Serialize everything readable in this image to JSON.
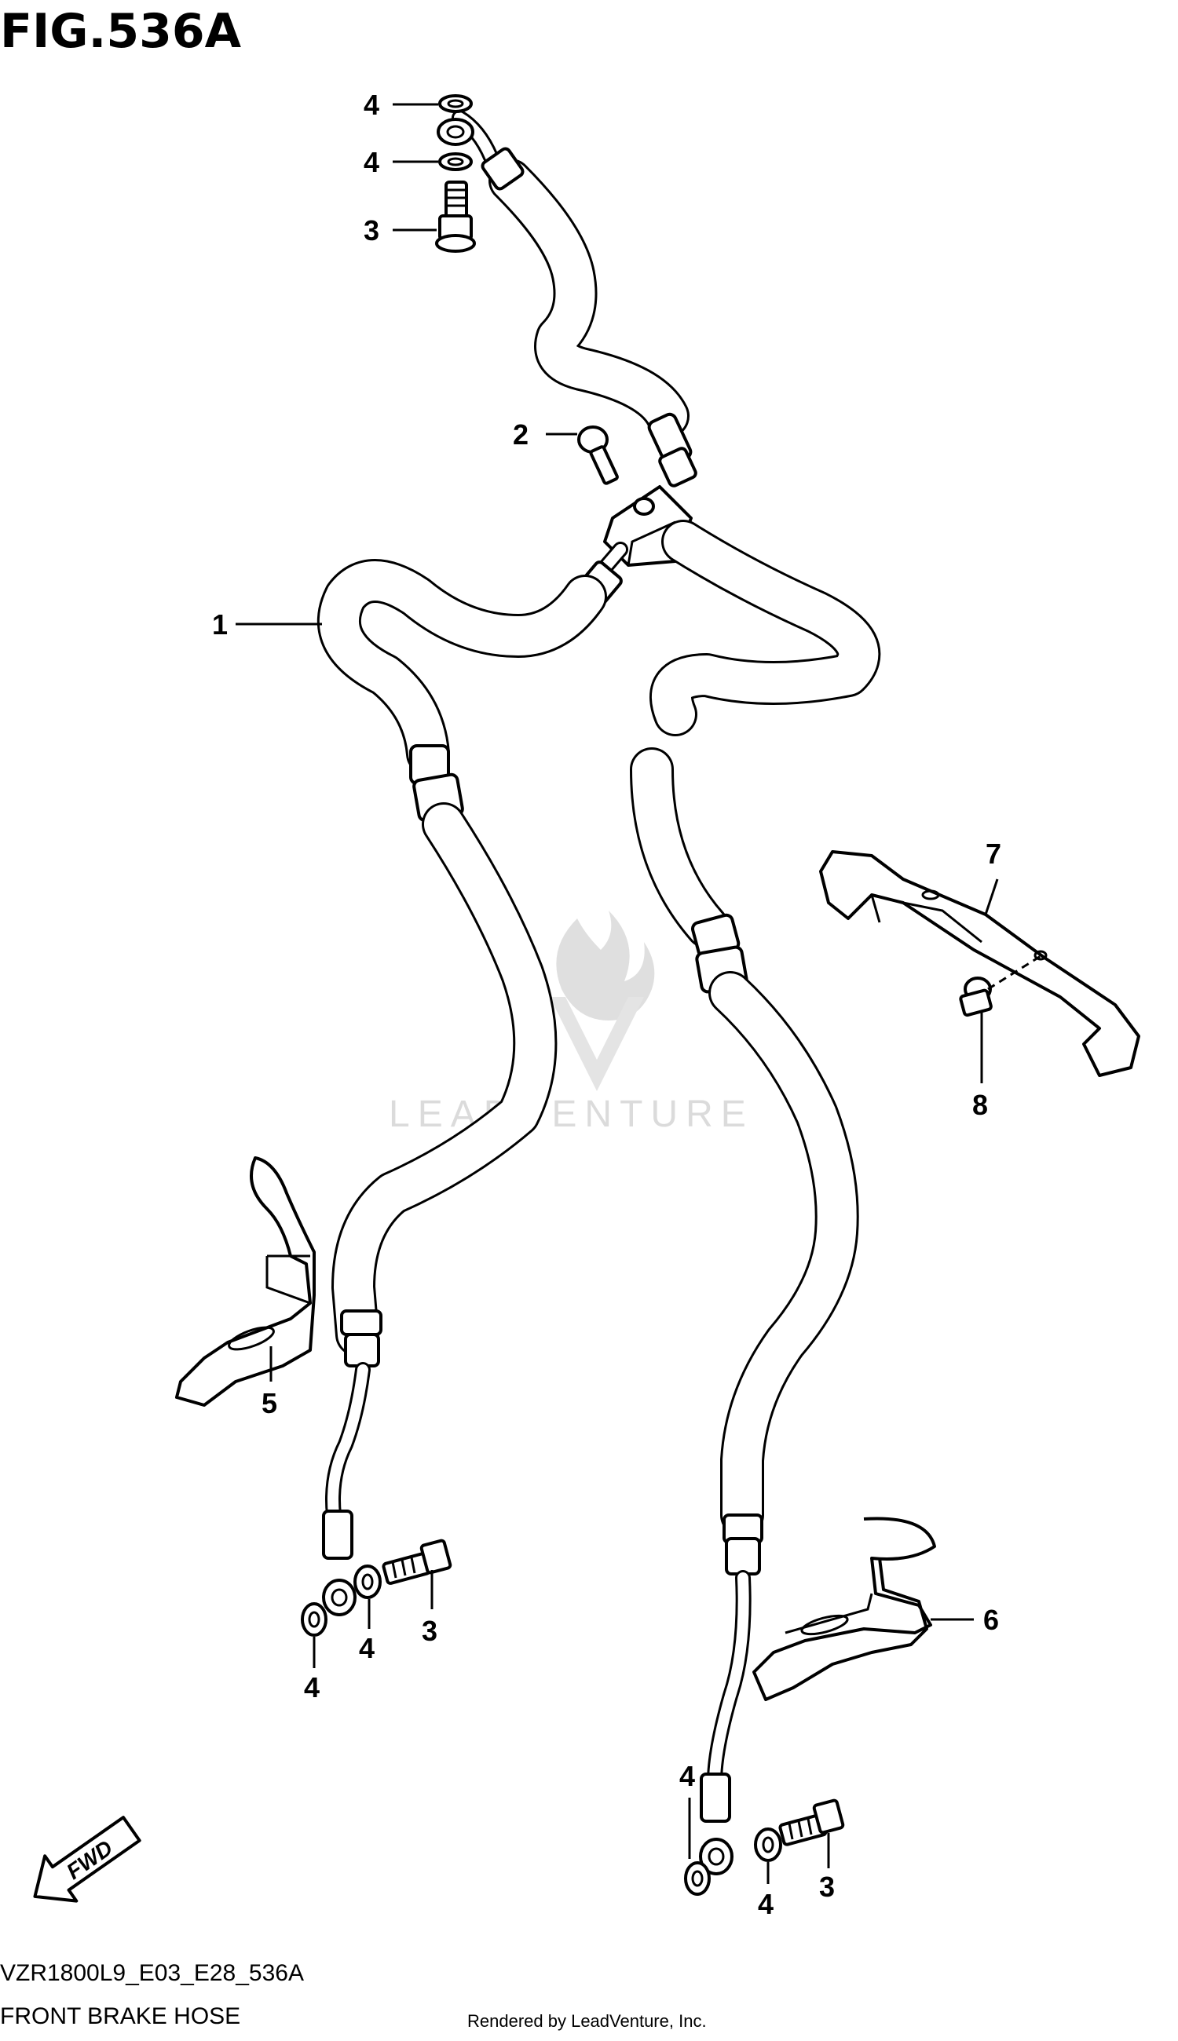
{
  "figure": {
    "title": "FIG.536A",
    "code": "VZR1800L9_E03_E28_536A",
    "name": "FRONT BRAKE HOSE",
    "rendered_by": "Rendered by LeadVenture, Inc.",
    "watermark": "LEADVENTURE",
    "fwd_label": "FWD"
  },
  "callouts": [
    {
      "id": "c4a",
      "label": "4"
    },
    {
      "id": "c4b",
      "label": "4"
    },
    {
      "id": "c3a",
      "label": "3"
    },
    {
      "id": "c2",
      "label": "2"
    },
    {
      "id": "c1",
      "label": "1"
    },
    {
      "id": "c7",
      "label": "7"
    },
    {
      "id": "c8",
      "label": "8"
    },
    {
      "id": "c5",
      "label": "5"
    },
    {
      "id": "c3b",
      "label": "3"
    },
    {
      "id": "c4c",
      "label": "4"
    },
    {
      "id": "c4d",
      "label": "4"
    },
    {
      "id": "c6",
      "label": "6"
    },
    {
      "id": "c4e",
      "label": "4"
    },
    {
      "id": "c4f",
      "label": "4"
    },
    {
      "id": "c3c",
      "label": "3"
    }
  ]
}
